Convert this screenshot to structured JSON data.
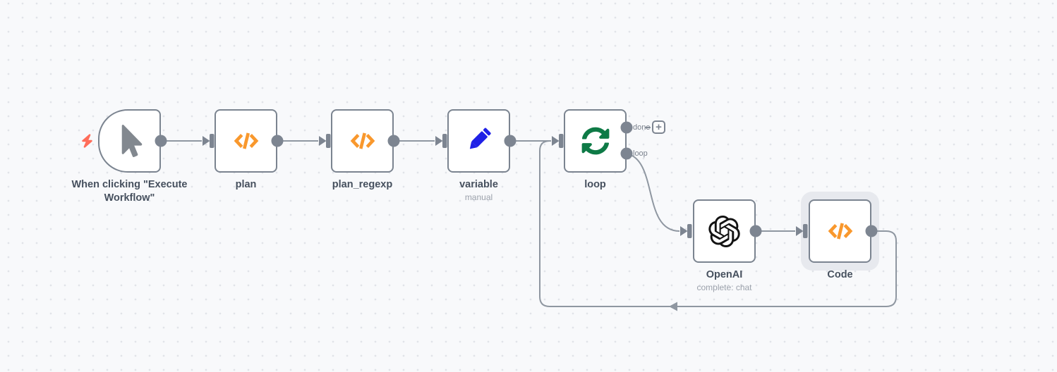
{
  "app": {
    "name": "workflow-editor-canvas"
  },
  "nodes": [
    {
      "id": "manual-trigger",
      "label": "When clicking \"Execute Workflow\"",
      "sublabel": "",
      "icon": "cursor-icon",
      "kind": "manual-trigger"
    },
    {
      "id": "plan",
      "label": "plan",
      "sublabel": "",
      "icon": "code-icon",
      "kind": "code"
    },
    {
      "id": "plan_regexp",
      "label": "plan_regexp",
      "sublabel": "",
      "icon": "code-icon",
      "kind": "code"
    },
    {
      "id": "variable",
      "label": "variable",
      "sublabel": "manual",
      "icon": "pencil-icon",
      "kind": "set"
    },
    {
      "id": "loop",
      "label": "loop",
      "sublabel": "",
      "icon": "loop-icon",
      "kind": "split-in-batches",
      "outputs": [
        {
          "label": "done"
        },
        {
          "label": "loop"
        }
      ]
    },
    {
      "id": "openai",
      "label": "OpenAI",
      "sublabel": "complete: chat",
      "icon": "openai-icon",
      "kind": "openai"
    },
    {
      "id": "code",
      "label": "Code",
      "sublabel": "",
      "icon": "code-icon",
      "kind": "code",
      "selected": true
    }
  ],
  "connections": [
    {
      "from": "manual-trigger",
      "to": "plan"
    },
    {
      "from": "plan",
      "to": "plan_regexp"
    },
    {
      "from": "plan_regexp",
      "to": "variable"
    },
    {
      "from": "variable",
      "to": "loop"
    },
    {
      "from": "loop (loop)",
      "to": "openai"
    },
    {
      "from": "openai",
      "to": "code"
    },
    {
      "from": "code",
      "to": "loop"
    }
  ],
  "controls": {
    "add_step_label": "+"
  },
  "colors": {
    "canvas_bg": "#f8f9fb",
    "grid_dot": "#e1e3e9",
    "node_border": "#7b8490",
    "wire": "#8f97a1",
    "port": "#7d8591",
    "label": "#46505e",
    "sublabel": "#9ba1ab",
    "selection_halo": "#e7e9ee",
    "accent_orange": "#f9982d",
    "accent_blue": "#2021e6",
    "accent_green": "#0e7a46",
    "trigger_red": "#ff6d5a",
    "openai_black": "#131313"
  }
}
